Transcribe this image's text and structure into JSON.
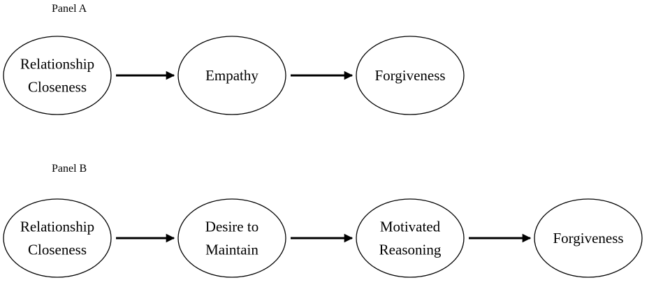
{
  "panels": [
    {
      "label": "Panel A",
      "nodes": [
        {
          "lines": [
            "Relationship",
            "Closeness"
          ]
        },
        {
          "lines": [
            "Empathy"
          ]
        },
        {
          "lines": [
            "Forgiveness"
          ]
        }
      ]
    },
    {
      "label": "Panel B",
      "nodes": [
        {
          "lines": [
            "Relationship",
            "Closeness"
          ]
        },
        {
          "lines": [
            "Desire to",
            "Maintain"
          ]
        },
        {
          "lines": [
            "Motivated",
            "Reasoning"
          ]
        },
        {
          "lines": [
            "Forgiveness"
          ]
        }
      ]
    }
  ]
}
